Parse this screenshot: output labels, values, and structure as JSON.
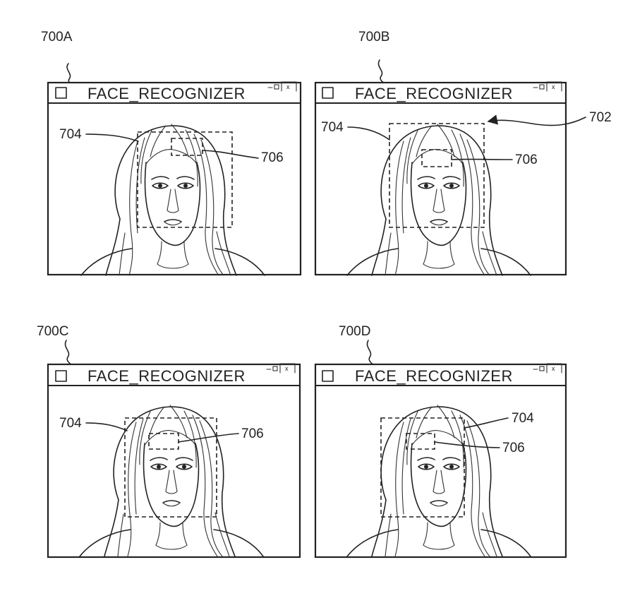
{
  "panels": [
    {
      "id": "700A",
      "ref_label": "700A",
      "title": "FACE_RECOGNIZER",
      "face_box_label": "704",
      "feature_box_label": "706",
      "extra_label": ""
    },
    {
      "id": "700B",
      "ref_label": "700B",
      "title": "FACE_RECOGNIZER",
      "face_box_label": "704",
      "feature_box_label": "706",
      "extra_label": "702"
    },
    {
      "id": "700C",
      "ref_label": "700C",
      "title": "FACE_RECOGNIZER",
      "face_box_label": "704",
      "feature_box_label": "706",
      "extra_label": ""
    },
    {
      "id": "700D",
      "ref_label": "700D",
      "title": "FACE_RECOGNIZER",
      "face_box_label": "704",
      "feature_box_label": "706",
      "extra_label": ""
    }
  ],
  "window_controls": {
    "minimize": "-",
    "maximize": "▫",
    "close": "x"
  },
  "icons": [
    "window-menu-icon",
    "minimize-icon",
    "maximize-icon",
    "close-icon",
    "arrow-icon"
  ]
}
